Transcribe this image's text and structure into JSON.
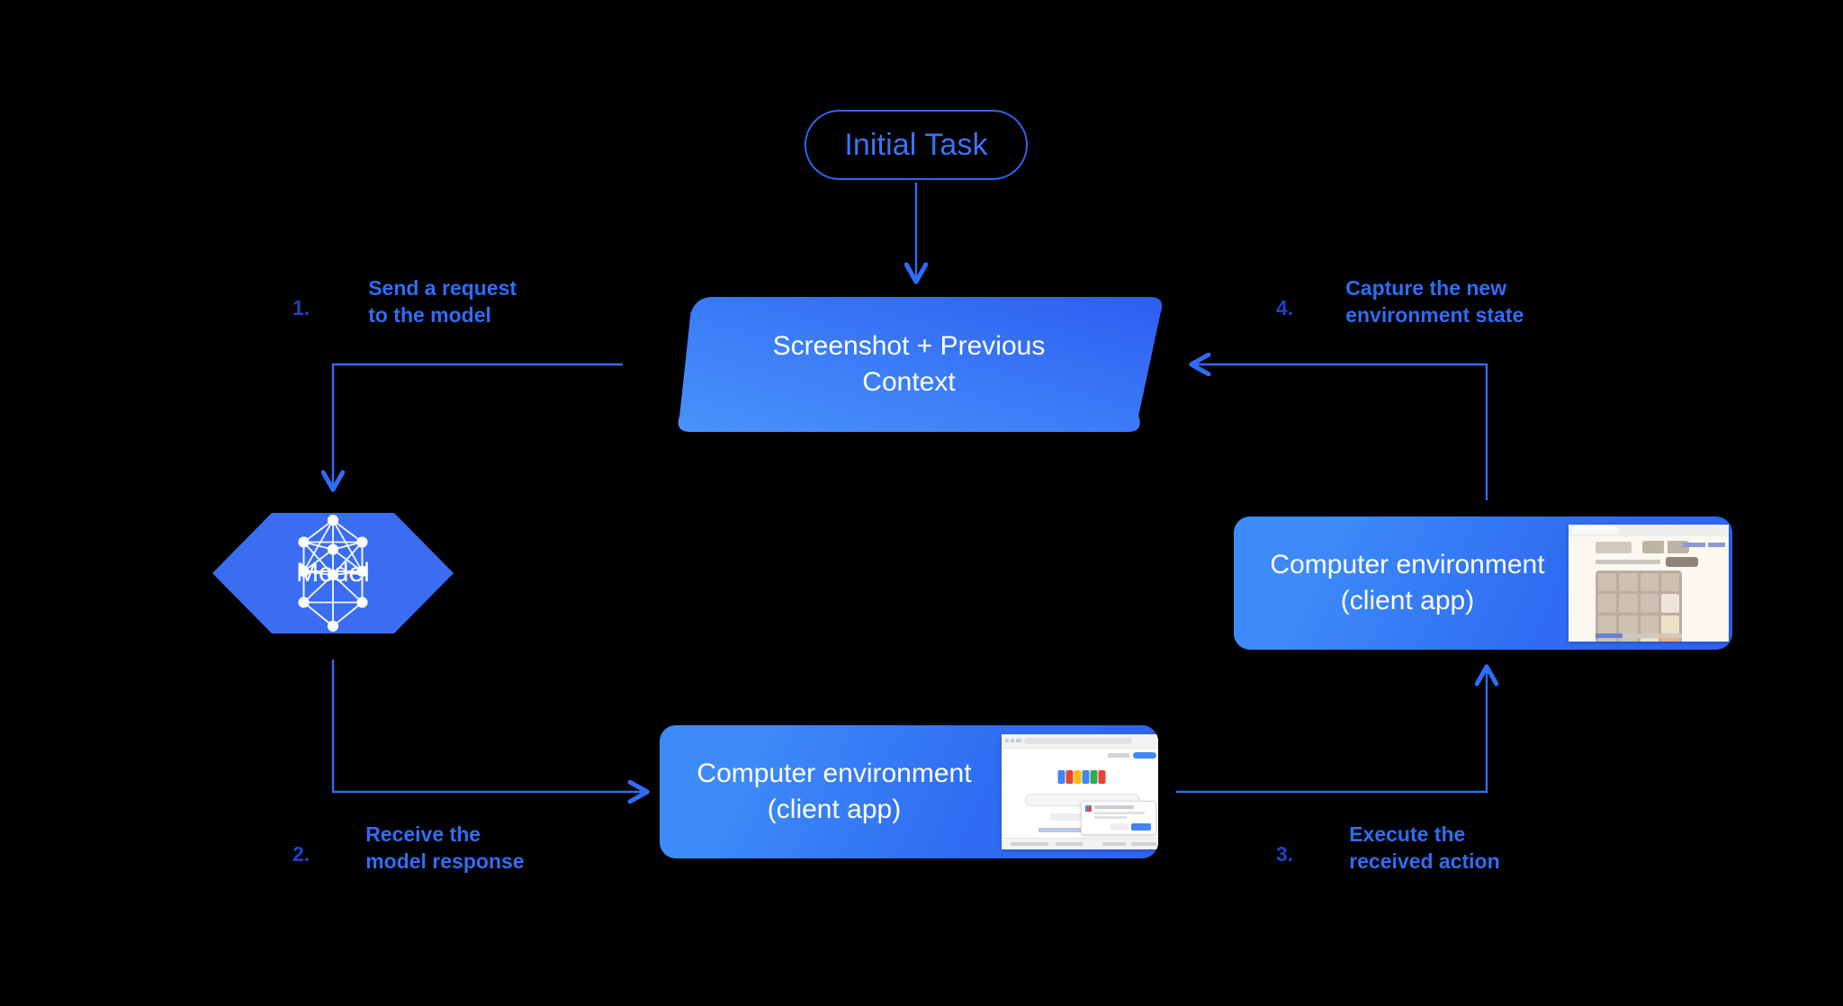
{
  "diagram": {
    "title_node": {
      "label": "Initial Task"
    },
    "context_node": {
      "label_line1": "Screenshot + Previous",
      "label_line2": "Context"
    },
    "model_node": {
      "label": "Model",
      "icon": "neural-network-icon"
    },
    "client_app_bottom": {
      "label_line1": "Computer environment",
      "label_line2": "(client app)",
      "thumbnail": "google-search-screenshot"
    },
    "client_app_right": {
      "label_line1": "Computer environment",
      "label_line2": "(client app)",
      "thumbnail": "2048-game-screenshot"
    },
    "steps": [
      {
        "number": "1.",
        "text": "Send a request\nto the model"
      },
      {
        "number": "2.",
        "text": "Receive the\nmodel response"
      },
      {
        "number": "3.",
        "text": "Execute the\nreceived action"
      },
      {
        "number": "4.",
        "text": "Capture the new\nenvironment state"
      }
    ],
    "colors": {
      "background": "#000000",
      "accent_blue": "#2f6df5",
      "number_blue": "#1b45c7",
      "node_fill_light": "#3d8bf8",
      "node_fill_dark": "#2d63ef",
      "pill_border": "#2f66f0",
      "text_on_node": "#ffffff"
    },
    "thumb_2048": {
      "tiles": [
        "",
        "",
        "",
        "",
        "",
        "",
        "",
        "2",
        "",
        "",
        "",
        "4",
        "",
        "",
        "4",
        "8"
      ]
    }
  }
}
